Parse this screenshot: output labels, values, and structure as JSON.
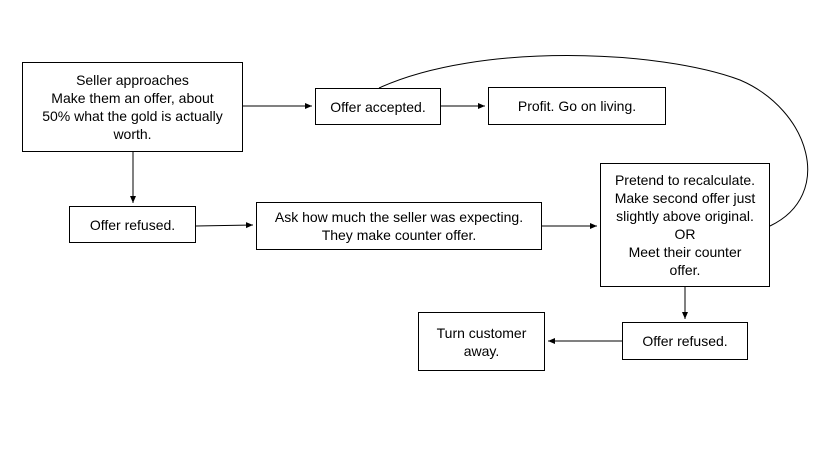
{
  "diagram": {
    "nodes": {
      "seller_approaches": "Seller approaches\nMake them an offer, about\n50% what the gold is actually\nworth.",
      "offer_accepted": "Offer accepted.",
      "profit": "Profit. Go on living.",
      "offer_refused_first": "Offer refused.",
      "ask_expectation": "Ask how much the seller was expecting.\nThey make counter offer.",
      "recalculate": "Pretend to recalculate.\nMake second offer just\nslightly above original.\nOR\nMeet their counter\noffer.",
      "offer_refused_second": "Offer refused.",
      "turn_away": "Turn customer\naway."
    },
    "edges": [
      {
        "from": "seller_approaches",
        "to": "offer_accepted"
      },
      {
        "from": "offer_accepted",
        "to": "profit"
      },
      {
        "from": "seller_approaches",
        "to": "offer_refused_first"
      },
      {
        "from": "offer_refused_first",
        "to": "ask_expectation"
      },
      {
        "from": "ask_expectation",
        "to": "recalculate"
      },
      {
        "from": "recalculate",
        "to": "offer_accepted"
      },
      {
        "from": "recalculate",
        "to": "offer_refused_second"
      },
      {
        "from": "offer_refused_second",
        "to": "turn_away"
      }
    ],
    "colors": {
      "stroke": "#000000",
      "background": "#ffffff"
    }
  }
}
